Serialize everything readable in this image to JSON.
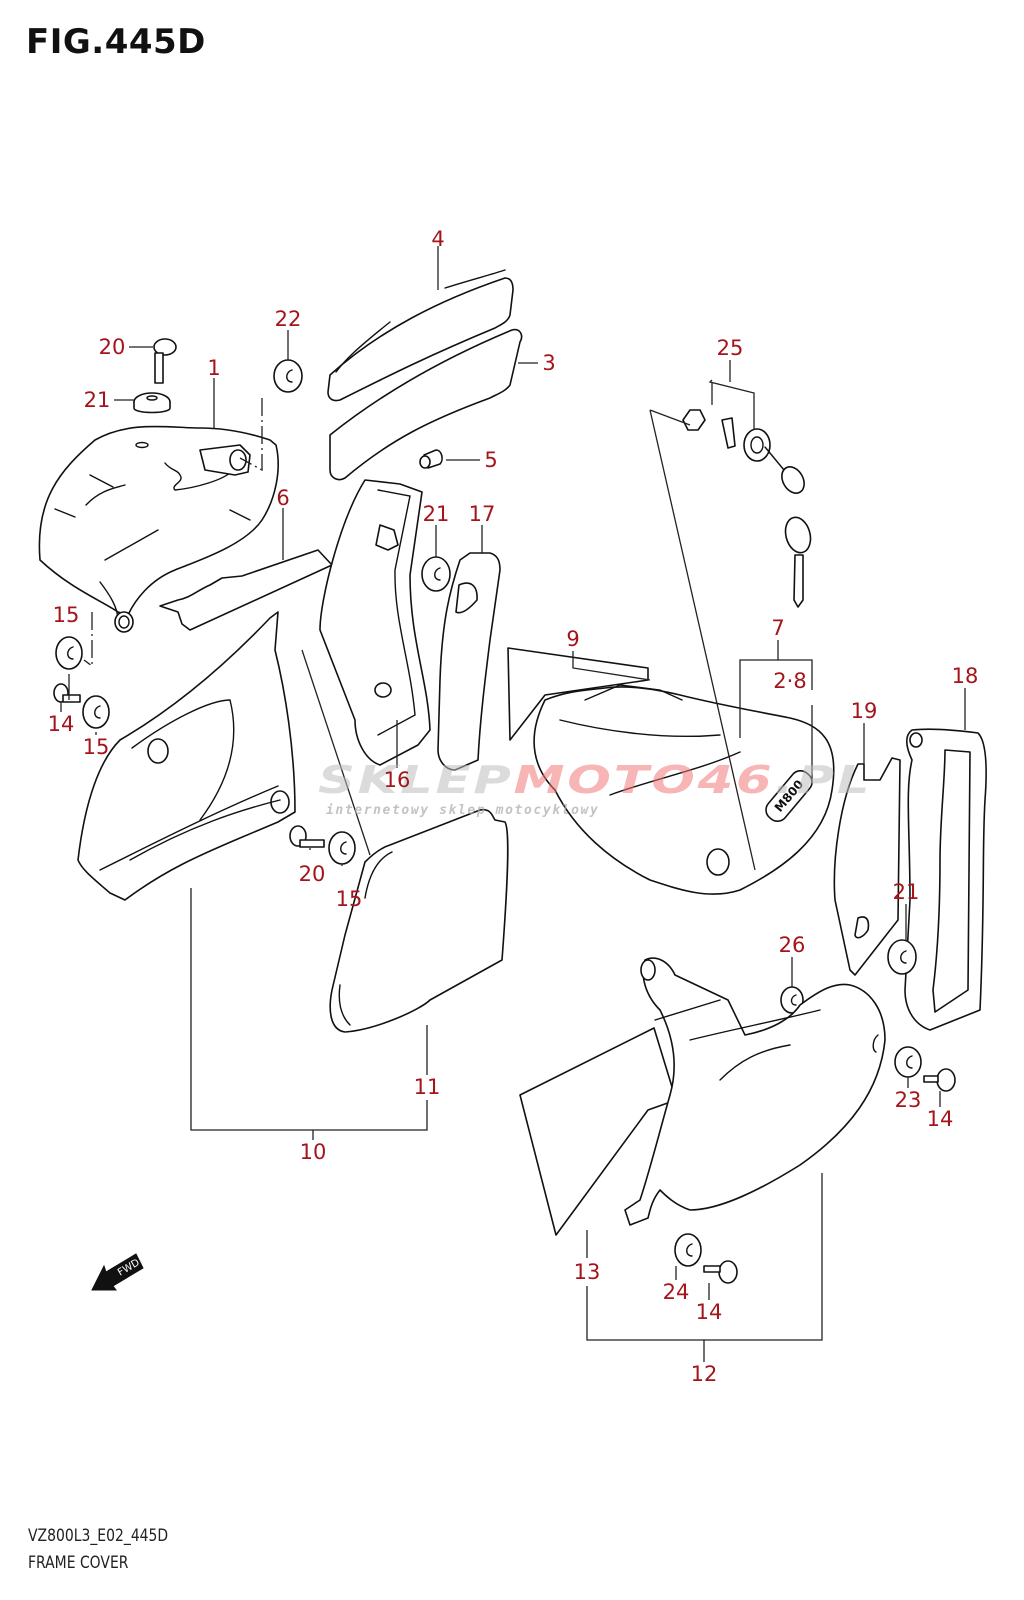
{
  "figure": {
    "title": "FIG.445D",
    "model_code": "VZ800L3_E02_445D",
    "name": "FRAME COVER"
  },
  "direction_indicator": {
    "label": "FWD",
    "icon": "arrow-left-down-icon"
  },
  "watermark": {
    "brand_left": "SKLEP",
    "brand_accent": "MOTO46",
    "brand_right": ".PL",
    "tagline": "internetowy sklep motocyklowy"
  },
  "emblem_text": "M800",
  "colors": {
    "callout": "#a3151b",
    "line": "#111111",
    "background": "#ffffff"
  },
  "callouts": [
    {
      "id": "c1",
      "label": "1"
    },
    {
      "id": "c2-8",
      "label": "2·8"
    },
    {
      "id": "c3",
      "label": "3"
    },
    {
      "id": "c4",
      "label": "4"
    },
    {
      "id": "c5",
      "label": "5"
    },
    {
      "id": "c6",
      "label": "6"
    },
    {
      "id": "c7",
      "label": "7"
    },
    {
      "id": "c9",
      "label": "9"
    },
    {
      "id": "c10",
      "label": "10"
    },
    {
      "id": "c11",
      "label": "11"
    },
    {
      "id": "c12",
      "label": "12"
    },
    {
      "id": "c13",
      "label": "13"
    },
    {
      "id": "c14a",
      "label": "14"
    },
    {
      "id": "c14b",
      "label": "14"
    },
    {
      "id": "c14c",
      "label": "14"
    },
    {
      "id": "c15a",
      "label": "15"
    },
    {
      "id": "c15b",
      "label": "15"
    },
    {
      "id": "c15c",
      "label": "15"
    },
    {
      "id": "c16",
      "label": "16"
    },
    {
      "id": "c17",
      "label": "17"
    },
    {
      "id": "c18",
      "label": "18"
    },
    {
      "id": "c19",
      "label": "19"
    },
    {
      "id": "c20a",
      "label": "20"
    },
    {
      "id": "c20b",
      "label": "20"
    },
    {
      "id": "c21a",
      "label": "21"
    },
    {
      "id": "c21b",
      "label": "21"
    },
    {
      "id": "c21c",
      "label": "21"
    },
    {
      "id": "c22",
      "label": "22"
    },
    {
      "id": "c23",
      "label": "23"
    },
    {
      "id": "c24",
      "label": "24"
    },
    {
      "id": "c25",
      "label": "25"
    },
    {
      "id": "c26",
      "label": "26"
    }
  ]
}
